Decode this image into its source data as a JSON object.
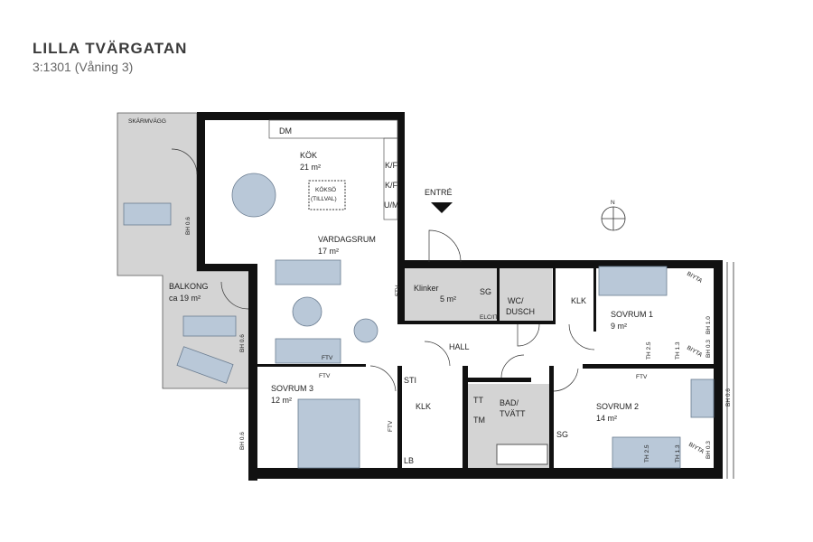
{
  "header": {
    "title": "LILLA TVÄRGATAN",
    "subtitle": "3:1301 (Våning 3)"
  },
  "rooms": {
    "kok": {
      "name": "KÖK",
      "area": "21 m²"
    },
    "vardagsrum": {
      "name": "VARDAGSRUM",
      "area": "17 m²"
    },
    "balkong": {
      "name": "BALKONG",
      "area": "ca 19 m²"
    },
    "klinker": {
      "name": "Klinker",
      "area": "5 m²"
    },
    "wc": {
      "name1": "WC/",
      "name2": "DUSCH"
    },
    "sovrum1": {
      "name": "SOVRUM 1",
      "area": "9 m²"
    },
    "sovrum2": {
      "name": "SOVRUM 2",
      "area": "14 m²"
    },
    "sovrum3": {
      "name": "SOVRUM 3",
      "area": "12 m²"
    },
    "bad": {
      "name1": "BAD/",
      "name2": "TVÄTT"
    },
    "hall": {
      "name": "HALL"
    }
  },
  "annotations": {
    "skarmvagg": "SKÄRMVÄGG",
    "entre": "ENTRÉ",
    "north": "N",
    "dm": "DM",
    "kf1": "K/F",
    "kf2": "K/F",
    "um": "U/M",
    "kokso1": "KÖKSÖ",
    "kokso2": "(TILLVAL)",
    "ftv": "FTV",
    "sg": "SG",
    "elcentral": "ELC/IT",
    "klk": "KLK",
    "sti": "STI",
    "lb": "LB",
    "tt": "TT",
    "tm": "TM",
    "bh06": "BH 0.6",
    "bh10": "BH 1.0",
    "bh03": "BH 0.3",
    "th25": "TH 2.5",
    "th13": "TH 1.3",
    "biyta": "BIYTA"
  },
  "colors": {
    "wall": "#111111",
    "furniture": "#b9c8d8",
    "balcony": "#d4d4d4",
    "tile": "#d4d4d4"
  }
}
